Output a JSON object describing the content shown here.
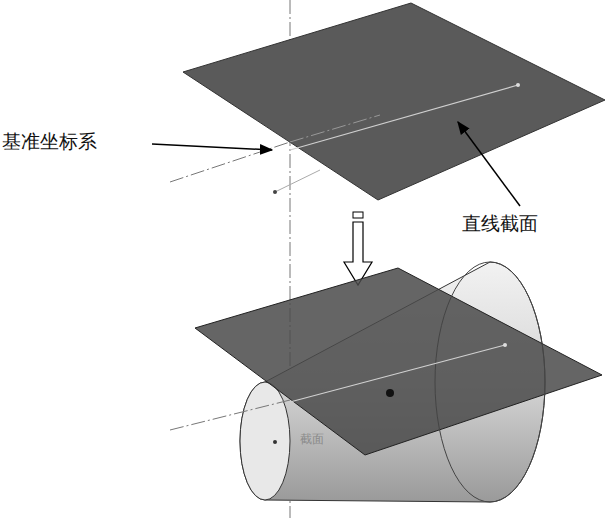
{
  "diagram": {
    "labels": [
      "基准坐标系",
      "直线截面",
      "截面"
    ]
  }
}
